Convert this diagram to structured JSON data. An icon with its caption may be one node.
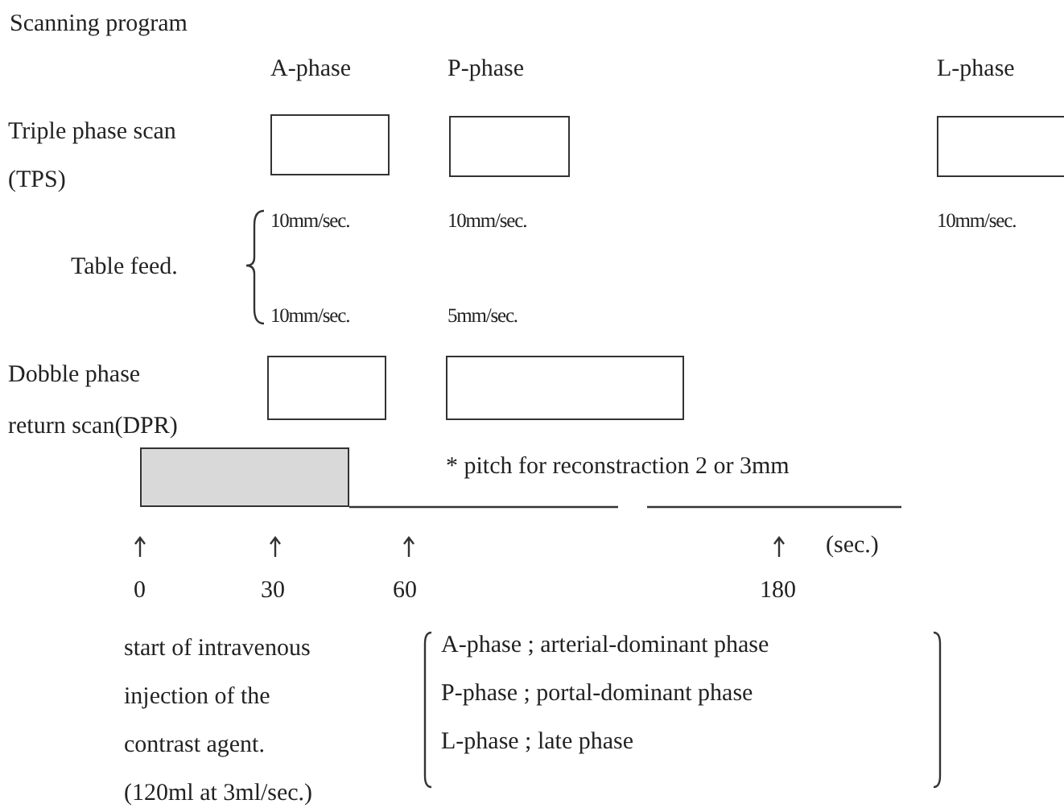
{
  "diagram": {
    "title": "Scanning program",
    "nodes": [
      {
        "text": [],
        "shape": "box"
      },
      {
        "text": [],
        "shape": "box"
      },
      {
        "text": [],
        "shape": "box"
      },
      {
        "text": [],
        "shape": "box"
      },
      {
        "text": [],
        "shape": "box"
      },
      {
        "text": [],
        "shape": "bar"
      }
    ],
    "labels": [
      "A-phase",
      "P-phase",
      "L-phase",
      "Triple phase scan (TPS)",
      "10mm/sec.",
      "10mm/sec.",
      "10mm/sec.",
      "Table feed.",
      "10mm/sec.",
      "5mm/sec.",
      "Dobble phase return scan(DPR)",
      "* pitch for reconstraction 2 or 3mm",
      "(sec.)",
      "0",
      "30",
      "60",
      "180",
      "start of intravenous injection of the contrast agent. (120ml at 3ml/sec.)",
      "A-phase ; arterial-dominant phase",
      "P-phase ; portal-dominant phase",
      "L-phase ; late phase"
    ]
  }
}
